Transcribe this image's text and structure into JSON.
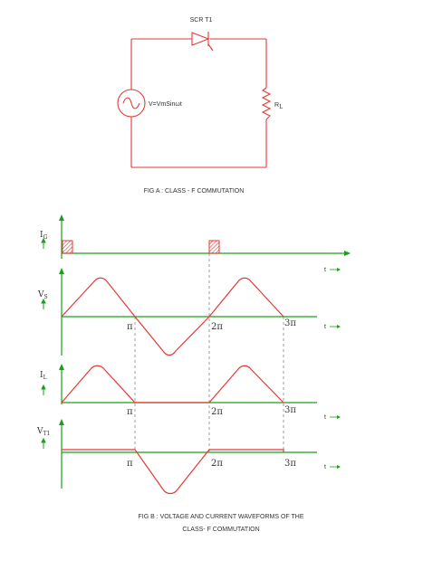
{
  "circuit": {
    "scr_label": "SCR T1",
    "source_label": "V=VmSinωt",
    "resistor_label": "R",
    "resistor_sub": "L",
    "caption": "FIG A : CLASS - F COMMUTATION"
  },
  "waveforms": {
    "ig_label": "I",
    "ig_sub": "G",
    "vs_label": "V",
    "vs_sub": "S",
    "il_label": "I",
    "il_sub": "L",
    "vt_label": "V",
    "vt_sub": "T1",
    "time_label": "t",
    "ticks": [
      "π",
      "2π",
      "3π"
    ],
    "caption_line1": "FIG B : VOLTAGE AND CURRENT WAVEFORMS OF THE",
    "caption_line2": "CLASS- F COMMUTATION"
  },
  "colors": {
    "circuit": "#e53935",
    "axis": "#1e9e1e",
    "waveform": "#e53935",
    "dashed": "#888888"
  }
}
